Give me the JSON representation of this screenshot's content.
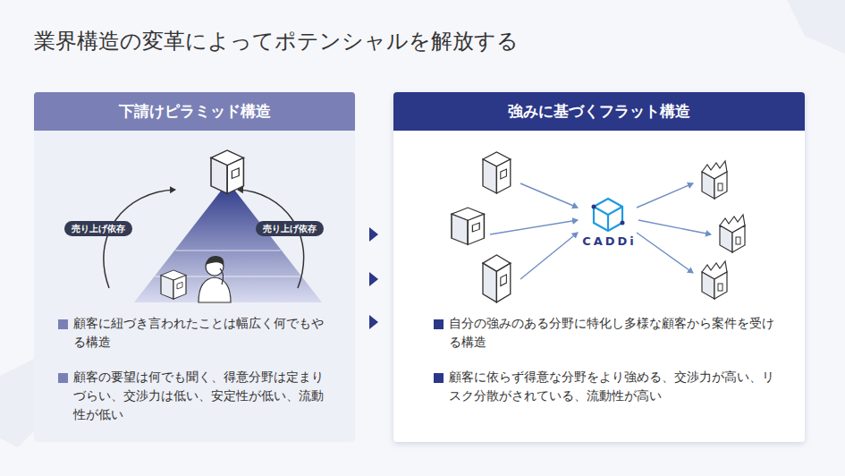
{
  "diagram": {
    "title": "業界構造の変革によってポテンシャルを解放する",
    "nodes": [
      {
        "text": [
          "下請けピラミッド構造",
          "顧客に紐づき言われたことは幅広く何でもやる構造",
          "顧客の要望は何でも聞く、得意分野は定まりづらい、交渉力は低い、安定性が低い、流動性が低い"
        ]
      },
      {
        "text": [
          "売り上げ依存"
        ],
        "in": 0
      },
      {
        "text": [
          "売り上げ依存"
        ],
        "in": 0
      },
      {
        "text": [
          "強みに基づくフラット構造",
          "自分の強みのある分野に特化し多様な顧客から案件を受ける構造",
          "顧客に依らず得意な分野をより強める、交渉力が高い、リスク分散がされている、流動性が高い"
        ]
      }
    ],
    "labels": [
      "CADDi"
    ]
  }
}
